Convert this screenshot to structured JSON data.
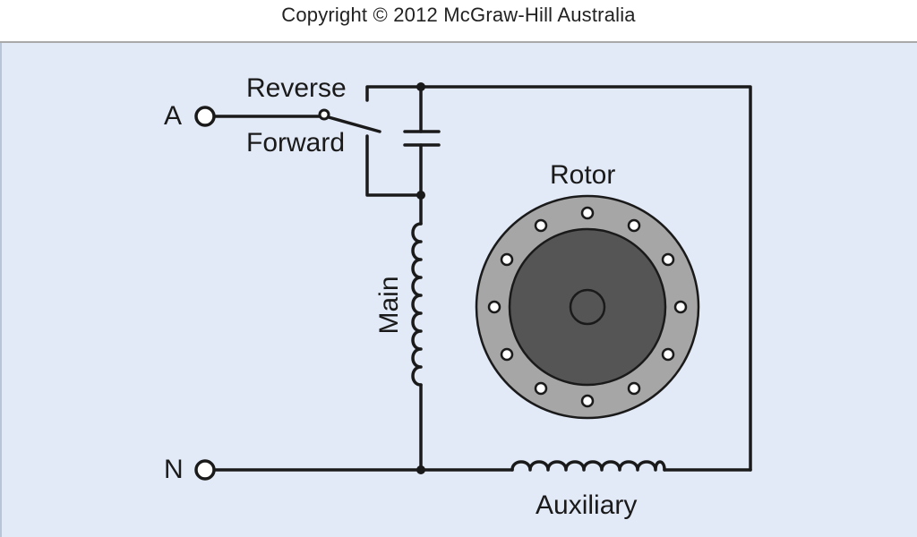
{
  "header": {
    "copyright": "Copyright © 2012 McGraw-Hill Australia"
  },
  "diagram": {
    "terminal_a": "A",
    "terminal_n": "N",
    "switch_reverse": "Reverse",
    "switch_forward": "Forward",
    "rotor": "Rotor",
    "main_winding": "Main",
    "aux_winding": "Auxiliary"
  },
  "colors": {
    "background": "#e2eaf7",
    "line": "#1a1a1a",
    "stator": "#a6a6a6",
    "rotor_core": "#555555"
  }
}
